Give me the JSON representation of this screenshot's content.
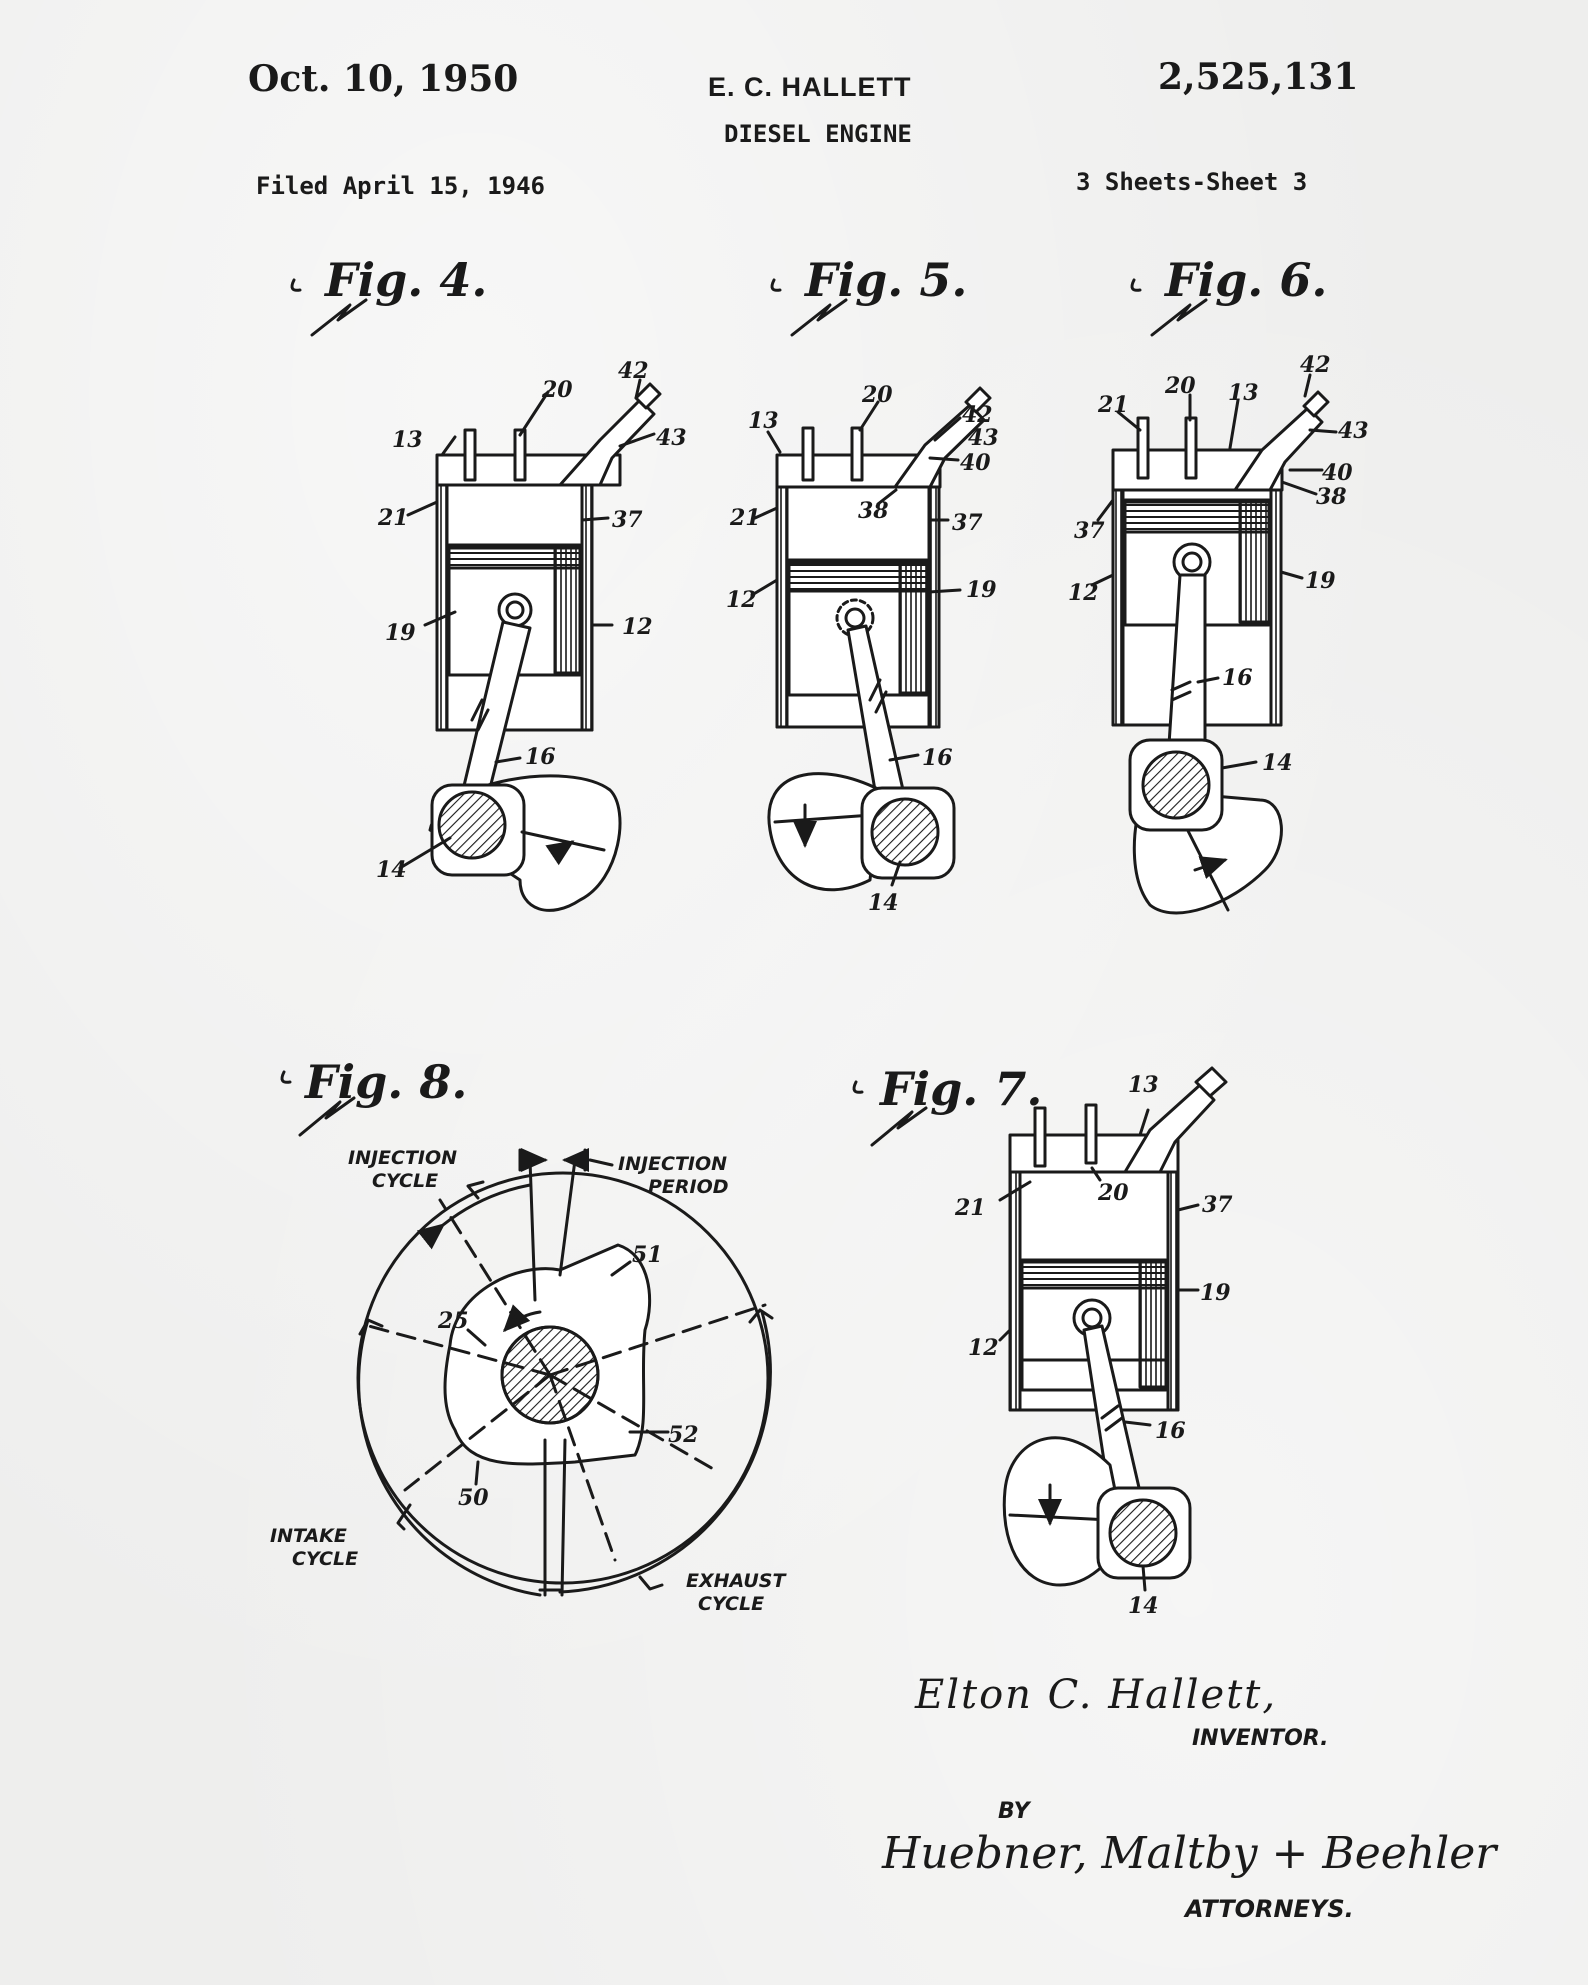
{
  "header": {
    "date": "Oct. 10, 1950",
    "inventor": "E. C. HALLETT",
    "patent_number": "2,525,131",
    "title": "DIESEL ENGINE",
    "filed": "Filed April 15, 1946",
    "sheets": "3 Sheets-Sheet 3"
  },
  "figures": {
    "fig4": {
      "label": "Fig. 4.",
      "refs": [
        "13",
        "20",
        "42",
        "43",
        "21",
        "37",
        "19",
        "12",
        "16",
        "14"
      ]
    },
    "fig5": {
      "label": "Fig. 5.",
      "refs": [
        "13",
        "20",
        "42",
        "43",
        "40",
        "21",
        "38",
        "37",
        "12",
        "19",
        "16",
        "14"
      ]
    },
    "fig6": {
      "label": "Fig. 6.",
      "refs": [
        "21",
        "20",
        "13",
        "42",
        "43",
        "40",
        "38",
        "37",
        "12",
        "19",
        "16",
        "14"
      ]
    },
    "fig7": {
      "label": "Fig. 7.",
      "refs": [
        "13",
        "21",
        "20",
        "37",
        "19",
        "12",
        "16",
        "14"
      ]
    },
    "fig8": {
      "label": "Fig. 8.",
      "injection_cycle": [
        "INJECTION",
        "CYCLE"
      ],
      "injection_period": [
        "INJECTION",
        "PERIOD"
      ],
      "intake_cycle": [
        "INTAKE",
        "CYCLE"
      ],
      "exhaust_cycle": [
        "EXHAUST",
        "CYCLE"
      ],
      "refs": [
        "51",
        "25",
        "52",
        "50"
      ]
    }
  },
  "signature": {
    "inventor_name": "Elton C. Hallett,",
    "inventor_role": "INVENTOR.",
    "by": "BY",
    "attorneys_name": "Huebner, Maltby + Beehler",
    "attorneys_role": "ATTORNEYS."
  }
}
